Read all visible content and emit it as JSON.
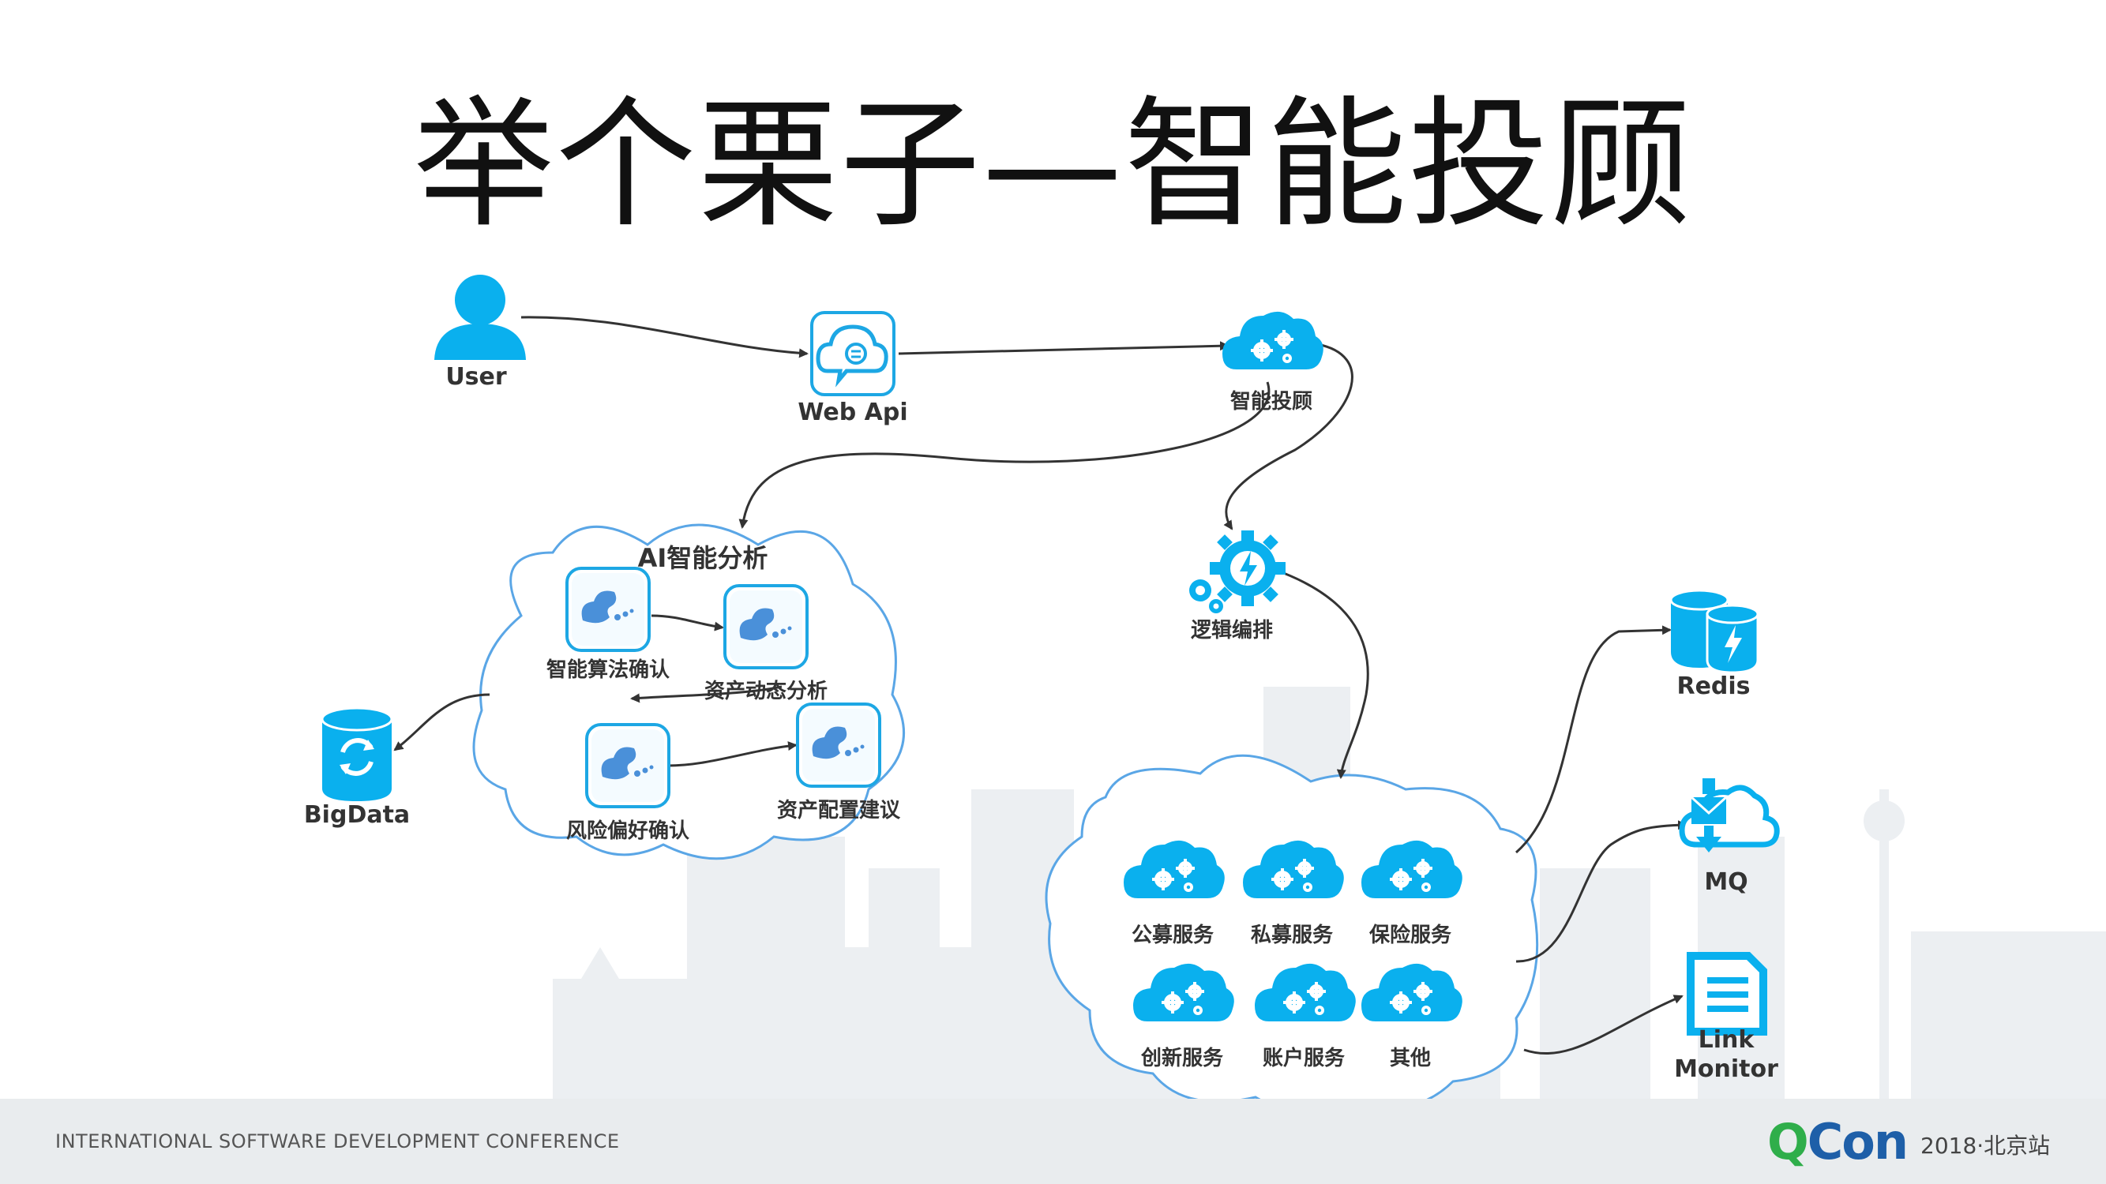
{
  "slide": {
    "title": "举个栗子—智能投顾"
  },
  "nodes": {
    "user": "User",
    "web_api": "Web Api",
    "advisor": "智能投顾",
    "logic": "逻辑编排",
    "bigdata": "BigData",
    "redis": "Redis",
    "mq": "MQ",
    "link_monitor_1": "Link",
    "link_monitor_2": "Monitor"
  },
  "ai_group": {
    "title": "AI智能分析",
    "items": [
      "智能算法确认",
      "资产动态分析",
      "风险偏好确认",
      "资产配置建议"
    ]
  },
  "services": {
    "items": [
      "公募服务",
      "私募服务",
      "保险服务",
      "创新服务",
      "账户服务",
      "其他"
    ]
  },
  "footer": {
    "conference": "INTERNATIONAL SOFTWARE DEVELOPMENT CONFERENCE",
    "logo_q": "Q",
    "logo_con": "Con",
    "edition": "2018·北京站"
  },
  "colors": {
    "icon_blue": "#0ab0ee",
    "cloud_outline": "#5aa6e6",
    "arrow": "#333333",
    "logo_green": "#2fae4a",
    "logo_blue": "#1e5fa8"
  }
}
